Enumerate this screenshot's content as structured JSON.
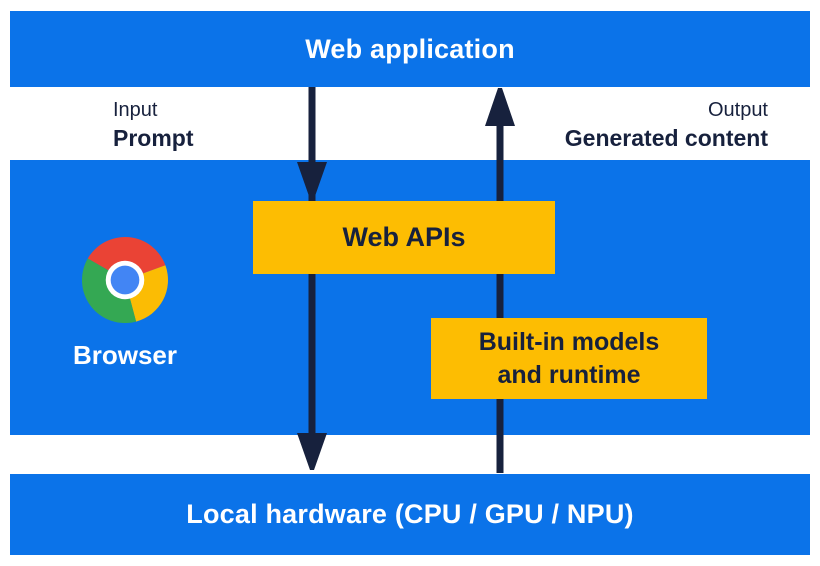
{
  "top_bar": {
    "label": "Web application"
  },
  "io": {
    "input_caption": "Input",
    "input_label": "Prompt",
    "output_caption": "Output",
    "output_label": "Generated content"
  },
  "browser": {
    "label": "Browser",
    "icon": "chrome-logo-icon"
  },
  "boxes": {
    "web_apis": {
      "label": "Web APIs"
    },
    "builtin": {
      "line1": "Built-in models",
      "line2": "and runtime"
    }
  },
  "bottom_bar": {
    "label": "Local hardware (CPU / GPU / NPU)"
  },
  "arrows": {
    "down": "prompt-down-arrow",
    "up": "generated-content-up-arrow"
  },
  "colors": {
    "section_blue": "#0B73E9",
    "box_yellow": "#FDBD02",
    "navy_text": "#17213D",
    "white_text": "#FFFFFF",
    "chrome_red": "#EA4335",
    "chrome_yellow": "#FBBC04",
    "chrome_green": "#34A853",
    "chrome_blue": "#4285F4"
  }
}
